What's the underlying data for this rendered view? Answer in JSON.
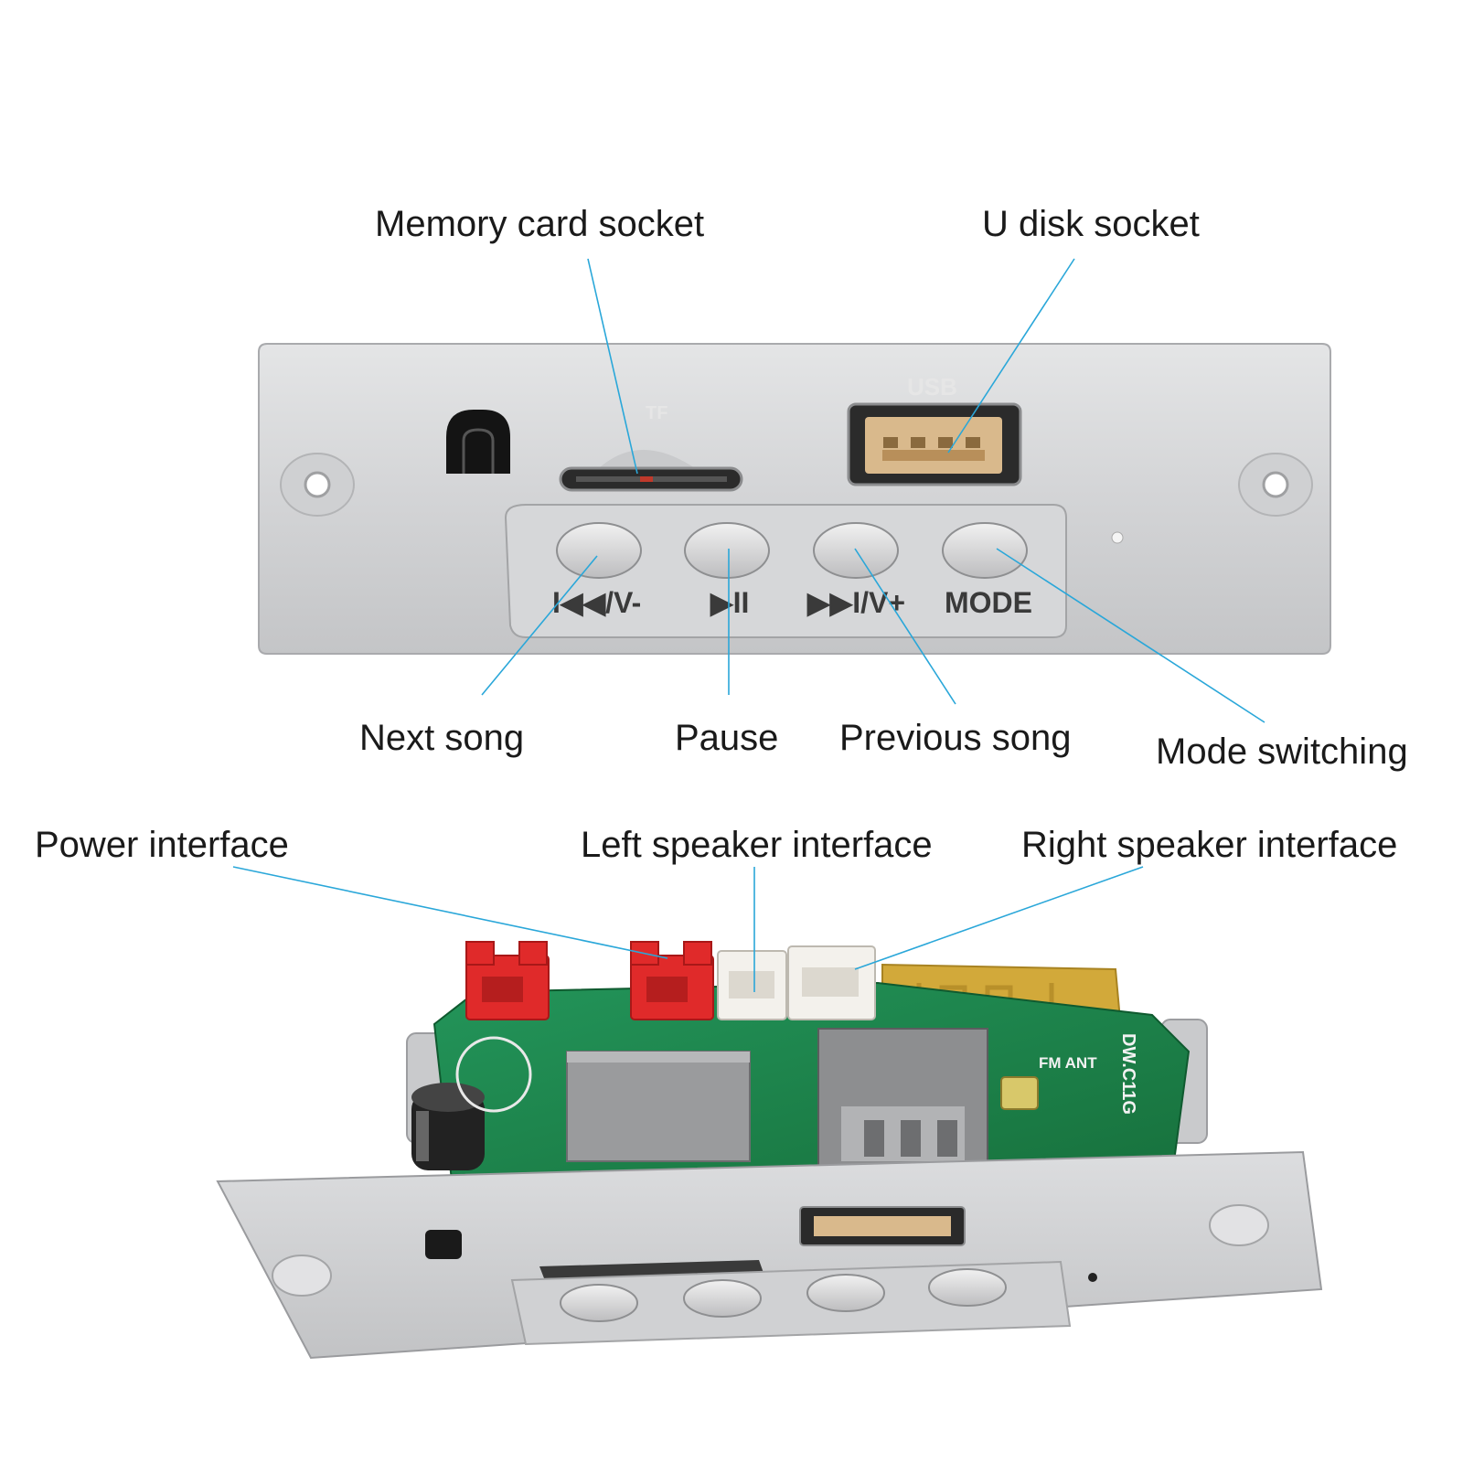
{
  "callouts": {
    "memory_card_socket": "Memory card socket",
    "u_disk_socket": "U disk socket",
    "next_song": "Next song",
    "pause": "Pause",
    "previous_song": "Previous song",
    "mode_switching": "Mode switching",
    "power_interface": "Power interface",
    "left_speaker_interface": "Left speaker interface",
    "right_speaker_interface": "Right speaker interface"
  },
  "panel_markings": {
    "tf": "TF",
    "usb": "USB",
    "btn_prev_vol": "I◀◀/V-",
    "btn_play_pause": "▶II",
    "btn_next_vol": "▶▶I/V+",
    "btn_mode": "MODE"
  },
  "pcb_markings": {
    "fm_ant": "FM ANT",
    "board_id": "DW.C11G"
  },
  "colors": {
    "leader_line": "#2aa7d9",
    "panel_silver": "#d9dadb",
    "pcb_green": "#1f8a4c",
    "connector_red": "#e02a2a",
    "connector_white": "#f3f1ec",
    "usb_beige": "#d9b98c"
  }
}
